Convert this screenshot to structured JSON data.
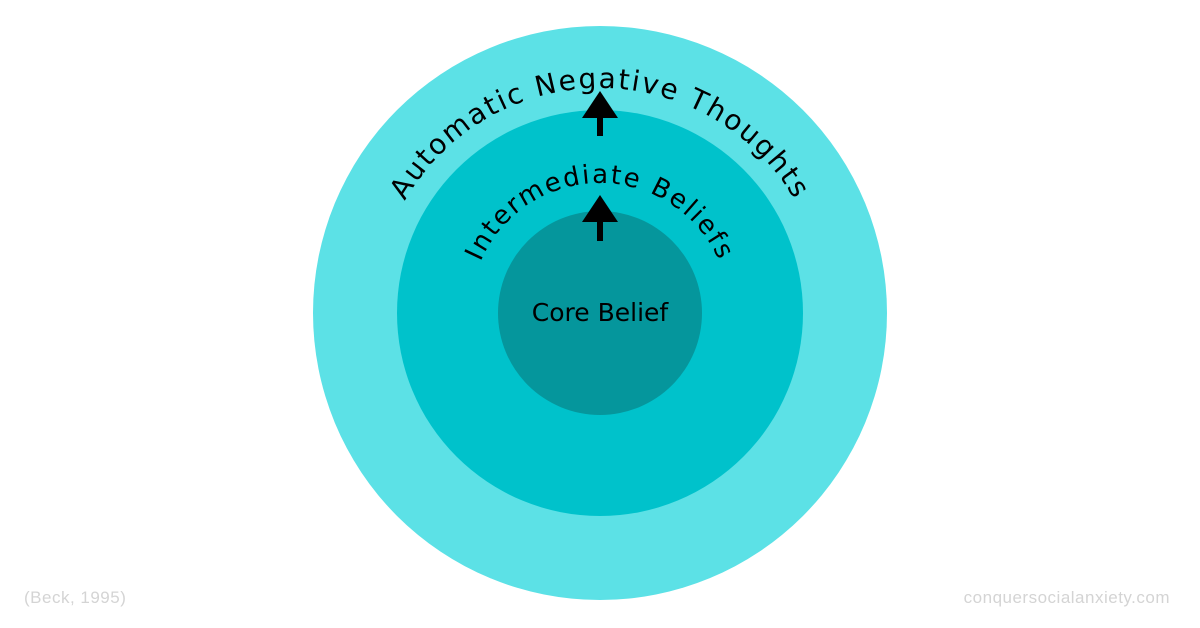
{
  "diagram": {
    "layers": [
      {
        "label": "Automatic Negative Thoughts",
        "color": "#5ce1e6"
      },
      {
        "label": "Intermediate Beliefs",
        "color": "#00c2cb"
      },
      {
        "label": "Core Belief",
        "color": "#05969c"
      }
    ],
    "arrow_color": "#000000"
  },
  "footer": {
    "citation": "(Beck, 1995)",
    "website": "conquersocialanxiety.com"
  }
}
